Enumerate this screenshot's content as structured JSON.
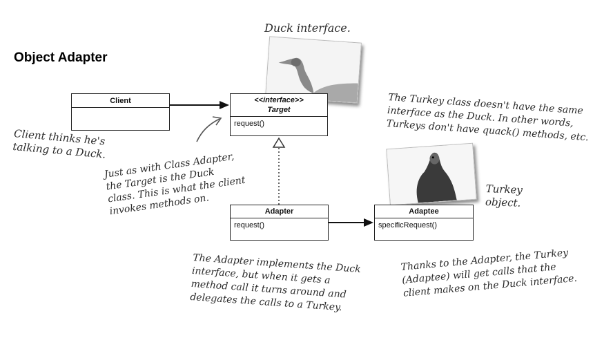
{
  "title": "Object Adapter",
  "classes": {
    "client": {
      "name": "Client"
    },
    "target": {
      "stereotype": "<<interface>>",
      "name": "Target",
      "method": "request()"
    },
    "adapter": {
      "name": "Adapter",
      "method": "request()"
    },
    "adaptee": {
      "name": "Adaptee",
      "method": "specificRequest()"
    }
  },
  "notes": {
    "duck_interface": "Duck interface.",
    "client_thinks": [
      "Client thinks he's",
      "talking to a Duck."
    ],
    "class_adapter": [
      "Just as with Class Adapter,",
      "the Target is the Duck",
      "class. This is what the client",
      "invokes methods on."
    ],
    "turkey_class": [
      "The Turkey class doesn't have the same",
      "interface as the Duck. In other words,",
      "Turkeys don't have quack() methods, etc."
    ],
    "turkey_object": [
      "Turkey",
      "object."
    ],
    "adapter_implements": [
      "The Adapter implements the Duck",
      "interface, but when it gets a",
      "method call it turns around and",
      "delegates the calls to a Turkey."
    ],
    "thanks_adapter": [
      "Thanks to the Adapter, the Turkey",
      "(Adaptee) will get calls that the",
      "client makes on the Duck interface."
    ]
  },
  "images": {
    "duck": "duck-photo",
    "turkey": "turkey-photo"
  }
}
